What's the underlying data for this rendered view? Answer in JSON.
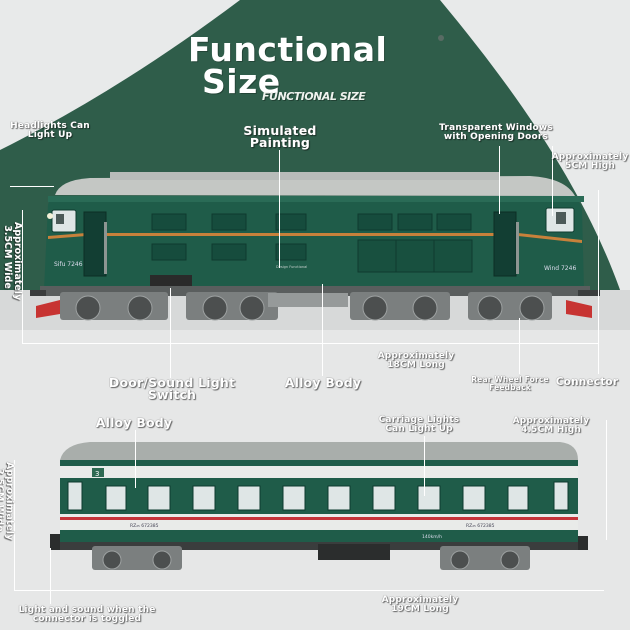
{
  "title": {
    "line1": "Functional",
    "line2": "Size",
    "subtitle": "FUNCTIONAL SIZE"
  },
  "locomotive": {
    "callouts": {
      "headlights": "Headlights Can\nLight Up",
      "painting": "Simulated\nPainting",
      "windows": "Transparent Windows\nwith Opening Doors",
      "height": "Approximately\n5CM High",
      "width": "Approximately\n3.5CM Wide",
      "switch": "Door/Sound Light\nSwitch",
      "alloy": "Alloy Body",
      "length": "Approximately\n18CM Long",
      "feedback": "Rear Wheel Force\nFeedback",
      "connector": "Connector"
    },
    "cab_number_left": "Sifu 7246",
    "cab_number_right": "Wind 7246",
    "body_mark": "Design Functional",
    "colors": {
      "body": "#1f5c49",
      "roof": "#c4c7c4",
      "stripe": "#c7813b",
      "buffer": "#c73432"
    }
  },
  "carriage": {
    "callouts": {
      "alloy": "Alloy Body",
      "lights": "Carriage Lights\nCan Light Up",
      "height": "Approximately\n4.5CM High",
      "width": "Approximately\n3.5CM Wide",
      "sound": "Light and sound when the\nconnector is toggled",
      "length": "Approximately\n19CM Long"
    },
    "car_number": "3",
    "code_left": "RZ₂₅ 672385",
    "code_right": "RZ₂₅ 672385",
    "speed": "140km/h",
    "colors": {
      "body": "#1f5c49",
      "roof": "#a9aeab",
      "band": "#e9ebe9",
      "stripe": "#c5343a"
    }
  }
}
